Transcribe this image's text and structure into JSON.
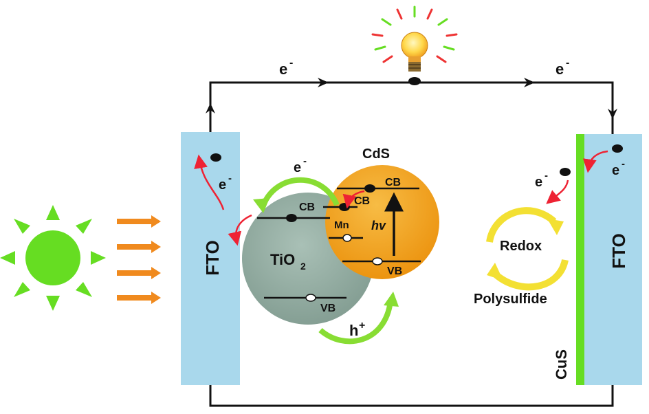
{
  "labels": {
    "electron": "e",
    "minus": "-",
    "hole": "h",
    "plus": "+",
    "fto_left": "FTO",
    "fto_right": "FTO",
    "cus": "CuS",
    "tio2_main": "TiO",
    "tio2_sub": "2",
    "cds": "CdS",
    "cb": "CB",
    "vb": "VB",
    "mn": "Mn",
    "hv": "hv",
    "redox": "Redox",
    "polysulfide": "Polysulfide"
  },
  "colors": {
    "fto_fill": "#a9d8ec",
    "tio2_fill": "#93aea3",
    "cds_fill": "#f2a21d",
    "sun": "#66dd22",
    "light_arrows": "#f08a1e",
    "cus_bar": "#66dd22",
    "red_arrow": "#ee2233",
    "green_arrow": "#88dd33",
    "redox_arrow": "#f3e033",
    "wire": "#111111"
  },
  "icons": [
    "sun-icon",
    "light-bulb-icon",
    "light-arrow-icon"
  ]
}
